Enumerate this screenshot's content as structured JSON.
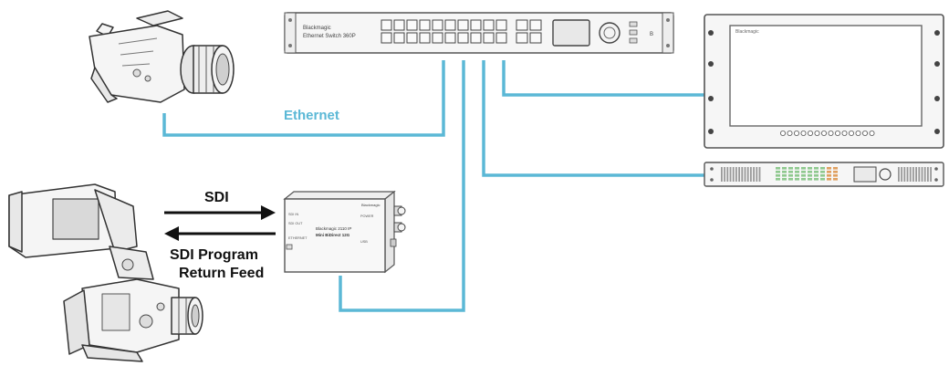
{
  "switch": {
    "brand": "Blackmagic",
    "model": "Ethernet Switch 360P",
    "logo": "B"
  },
  "monitor": {
    "title": "Blackmagic"
  },
  "converter": {
    "brand": "Blackmagic",
    "title_line1": "Blackmagic 2110 IP",
    "title_line2": "Mini BiDirect 12G",
    "port_1": "SDI IN",
    "port_2": "SDI OUT",
    "port_3": "ETHERNET",
    "port_4": "POWER",
    "port_5": "USB"
  },
  "labels": {
    "ethernet": "Ethernet",
    "sdi": "SDI",
    "return_line1": "SDI Program",
    "return_line2": "Return Feed"
  },
  "colors": {
    "cable": "#5bb8d6",
    "arrow": "#111111",
    "device_stroke": "#555555",
    "device_fill": "#f6f6f6"
  },
  "icons": {
    "top_camera": "cinema-camera-icon",
    "studio_camera": "studio-camera-icon",
    "switch": "ethernet-switch-icon",
    "monitor": "video-monitor-icon",
    "rack_unit": "rack-converter-icon",
    "mini_converter": "mini-converter-icon"
  }
}
